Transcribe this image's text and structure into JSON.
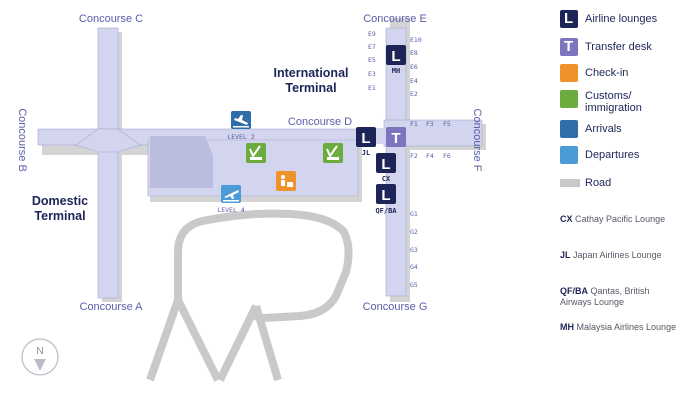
{
  "map": {
    "concourses": {
      "a": "Concourse A",
      "b": "Concourse B",
      "c": "Concourse C",
      "d": "Concourse D",
      "e": "Concourse E",
      "f": "Concourse F",
      "g": "Concourse G"
    },
    "terminals": {
      "domestic_line1": "Domestic",
      "domestic_line2": "Terminal",
      "international_line1": "International",
      "international_line2": "Terminal"
    },
    "levels": {
      "arrivals": "LEVEL 2",
      "departures": "LEVEL 4"
    },
    "gates_e": [
      "E9",
      "E7",
      "E5",
      "E3",
      "E1",
      "E10",
      "E8",
      "E6",
      "E4",
      "E2"
    ],
    "gates_f": [
      "F1",
      "F3",
      "F5",
      "F2",
      "F4",
      "F6"
    ],
    "gates_g": [
      "G1",
      "G2",
      "G3",
      "G4",
      "G5"
    ],
    "lounge_codes": {
      "mh": "MH",
      "jl": "JL",
      "cx": "CX",
      "qfba": "QF/BA"
    },
    "compass": "N"
  },
  "legend": {
    "airline_lounges": "Airline lounges",
    "transfer_desk": "Transfer desk",
    "check_in": "Check-in",
    "customs": "Customs/ immigration",
    "arrivals": "Arrivals",
    "departures": "Departures",
    "road": "Road"
  },
  "notes": {
    "cx_code": "CX",
    "cx_text": "Cathay Pacific Lounge",
    "jl_code": "JL",
    "jl_text": "Japan Airlines Lounge",
    "qfba_code": "QF/BA",
    "qfba_text": "Qantas, British Airways Lounge",
    "mh_code": "MH",
    "mh_text": "Malaysia Airlines Lounge"
  },
  "colors": {
    "lounge": "#1d2558",
    "transfer": "#7b74bf",
    "check_in": "#f0922b",
    "customs": "#6cab3e",
    "arrivals": "#2f6ea8",
    "departures": "#4a9bd6",
    "road": "#c9c9c9",
    "concourse": "#d3d4ee",
    "concourse_shade": "#d4d4d4",
    "domestic_hall": "#babdde"
  },
  "icons": {
    "lounge": "letter-l-icon",
    "transfer": "letter-t-icon",
    "check_in": "check-in-desk-icon",
    "customs": "customs-check-icon",
    "arrivals": "plane-landing-icon",
    "departures": "plane-takeoff-icon",
    "compass": "north-arrow-icon"
  }
}
